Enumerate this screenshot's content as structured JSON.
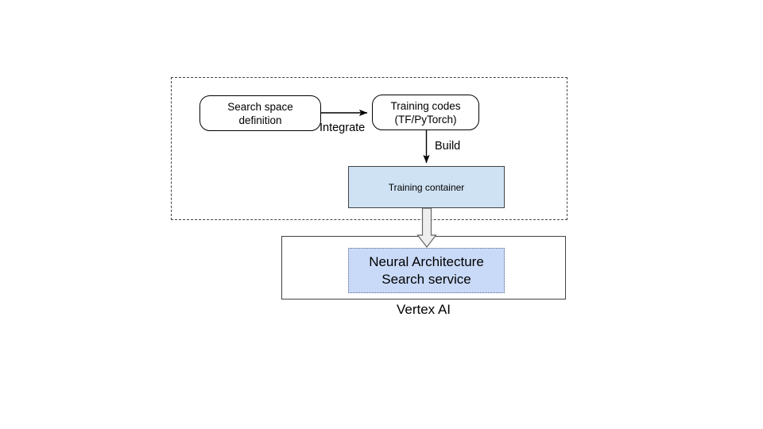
{
  "diagram": {
    "title_caption": "Vertex AI",
    "groups": [
      {
        "id": "user-side",
        "name": "dashed-group-container",
        "border_style": "dashed",
        "label": ""
      },
      {
        "id": "vertex-ai",
        "name": "solid-group-container",
        "border_style": "solid",
        "label": "Vertex AI"
      }
    ],
    "nodes": [
      {
        "id": "search-space",
        "label": "Search space\ndefinition",
        "shape": "rounded-rectangle",
        "fill": "#ffffff",
        "stroke": "#000000"
      },
      {
        "id": "training-codes",
        "label": "Training codes\n(TF/PyTorch)",
        "shape": "rounded-rectangle",
        "fill": "#ffffff",
        "stroke": "#000000"
      },
      {
        "id": "training-container",
        "label": "Training container",
        "shape": "rectangle",
        "fill": "#cfe2f3",
        "stroke": "#434343"
      },
      {
        "id": "nas-service",
        "label": "Neural Architecture\nSearch service",
        "shape": "rectangle-dotted",
        "fill": "#c9daf8",
        "stroke": "#5b6b8c"
      }
    ],
    "edges": [
      {
        "id": "integrate",
        "from": "search-space",
        "to": "training-codes",
        "label": "Integrate",
        "style": "thin-arrow",
        "direction": "right"
      },
      {
        "id": "build",
        "from": "training-codes",
        "to": "training-container",
        "label": "Build",
        "style": "thin-arrow",
        "direction": "down"
      },
      {
        "id": "deploy",
        "from": "training-container",
        "to": "nas-service",
        "label": "",
        "style": "block-arrow",
        "direction": "down"
      }
    ],
    "colors": {
      "training_container_fill": "#cfe2f3",
      "nas_service_fill": "#c9daf8",
      "group_stroke": "#434343",
      "node_stroke": "#000000",
      "block_arrow_fill": "#eeeeee",
      "block_arrow_stroke": "#666666",
      "background": "#ffffff"
    }
  }
}
